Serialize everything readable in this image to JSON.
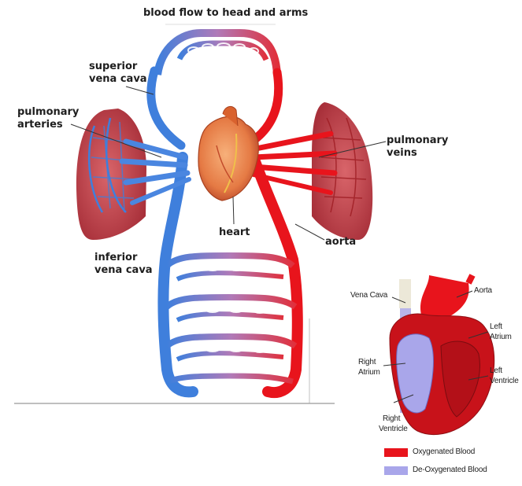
{
  "main_diagram": {
    "title": "blood flow to head and arms",
    "labels": {
      "superior_vena_cava": [
        "superior",
        "vena cava"
      ],
      "pulmonary_arteries": [
        "pulmonary",
        "arteries"
      ],
      "pulmonary_veins": [
        "pulmonary",
        "veins"
      ],
      "heart": "heart",
      "aorta": "aorta",
      "inferior_vena_cava": [
        "inferior",
        "vena cava"
      ]
    }
  },
  "inset_diagram": {
    "labels": {
      "vena_cava": "Vena Cava",
      "aorta": "Aorta",
      "left_atrium": [
        "Left",
        "Atrium"
      ],
      "right_atrium": [
        "Right",
        "Atrium"
      ],
      "left_ventricle": [
        "Left",
        "Ventricle"
      ],
      "right_ventricle": [
        "Right",
        "Ventricle"
      ]
    },
    "legend": [
      {
        "label": "Oxygenated Blood",
        "color": "#e8141c"
      },
      {
        "label": "De-Oxygenated Blood",
        "color": "#a9a6ea"
      }
    ]
  },
  "colors": {
    "oxygenated": "#e8141c",
    "deoxygenated": "#3f7fdc",
    "lung": "#c8444a",
    "heart": "#e8894f"
  }
}
